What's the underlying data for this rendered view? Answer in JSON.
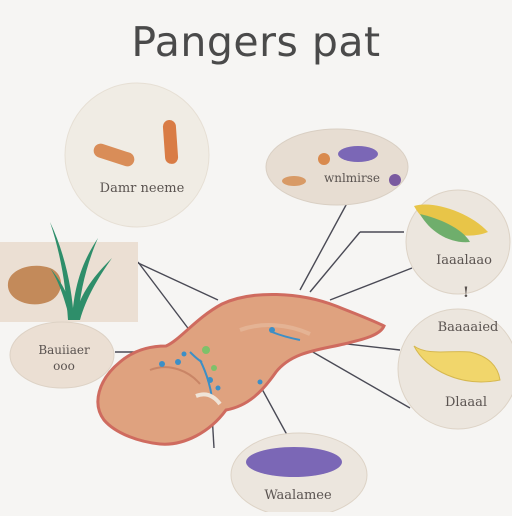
{
  "title": "Pangers pat",
  "labels": {
    "top_left": "Damr neeme",
    "top_right": "wnlmirse",
    "right_upper": "Iaaalaao",
    "right_upper_mark": "!",
    "right_middle": "Baaaaied",
    "right_lower": "Dlaaal",
    "left_line1": "Bauiiaer",
    "left_line2": "ooo",
    "bottom": "Waalamee"
  },
  "colors": {
    "background": "#f6f5f3",
    "bubble": "#ece6de",
    "organ": "#dfa27f",
    "organ_outline": "#cf6b5f",
    "connector": "#4a4a55",
    "purple": "#7b67b6",
    "yellow": "#f1d66b",
    "green": "#6fae6c",
    "orange": "#d98d58"
  }
}
